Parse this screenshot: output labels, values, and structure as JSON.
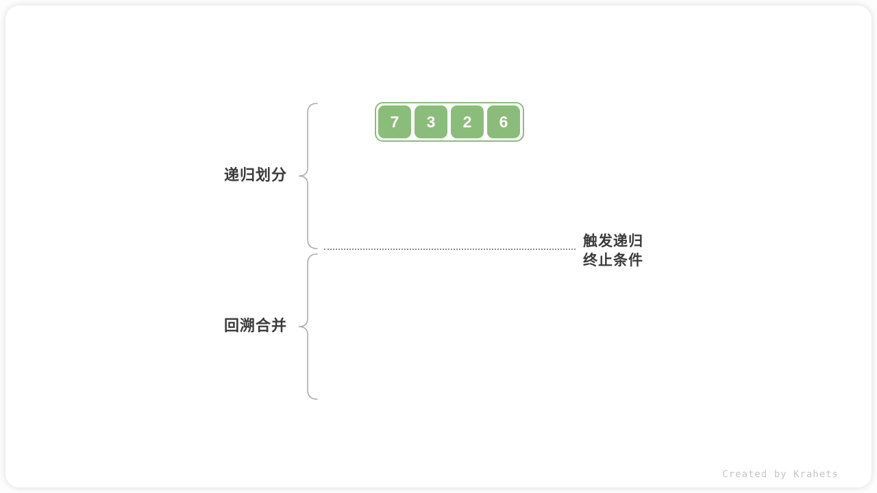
{
  "diagram": {
    "array": {
      "values": [
        "7",
        "3",
        "2",
        "6"
      ]
    },
    "labels": {
      "recursive_divide": "递归划分",
      "backtrack_merge": "回溯合并",
      "termination_line1": "触发递归",
      "termination_line2": "终止条件"
    },
    "watermark": "Created by Krahets",
    "colors": {
      "cell_green": "#8BBD7A",
      "container_border": "#8BBD7A",
      "label_text": "#3A3A3A",
      "brace_gray": "#ABABAB",
      "dotted_line": "#8A8A8A",
      "watermark_gray": "#C6C6C6"
    }
  }
}
